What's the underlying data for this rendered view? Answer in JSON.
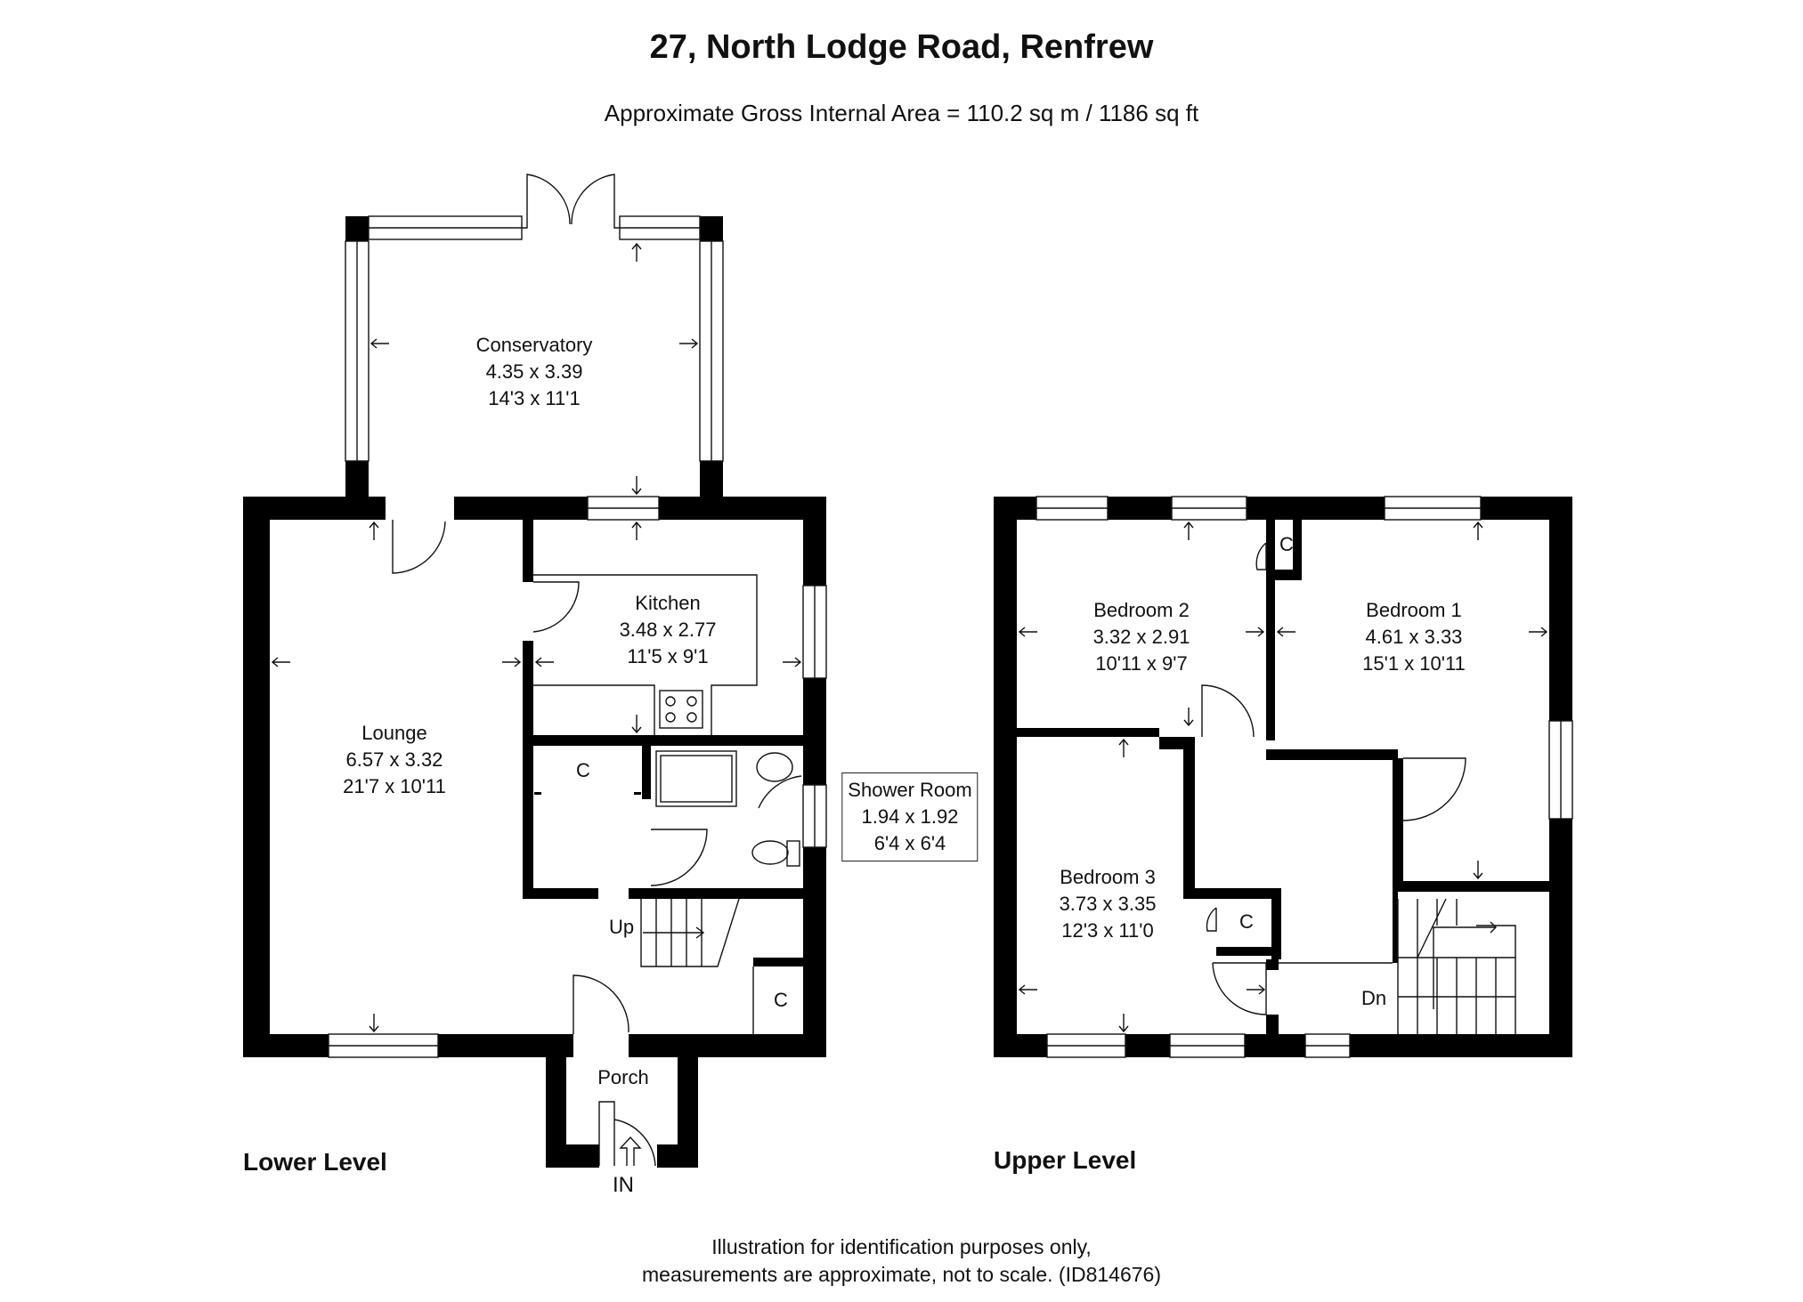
{
  "header": {
    "title": "27, North Lodge Road, Renfrew",
    "subtitle": "Approximate Gross Internal Area = 110.2 sq m / 1186 sq ft"
  },
  "levels": {
    "lower": "Lower Level",
    "upper": "Upper Level"
  },
  "rooms": {
    "conservatory": {
      "name": "Conservatory",
      "metric": "4.35 x 3.39",
      "imperial": "14'3 x 11'1"
    },
    "kitchen": {
      "name": "Kitchen",
      "metric": "3.48 x 2.77",
      "imperial": "11'5 x 9'1"
    },
    "lounge": {
      "name": "Lounge",
      "metric": "6.57 x 3.32",
      "imperial": "21'7 x 10'11"
    },
    "shower_room": {
      "name": "Shower Room",
      "metric": "1.94 x 1.92",
      "imperial": "6'4 x 6'4"
    },
    "porch": {
      "name": "Porch"
    },
    "bedroom1": {
      "name": "Bedroom 1",
      "metric": "4.61 x 3.33",
      "imperial": "15'1 x 10'11"
    },
    "bedroom2": {
      "name": "Bedroom 2",
      "metric": "3.32 x 2.91",
      "imperial": "10'11 x 9'7"
    },
    "bedroom3": {
      "name": "Bedroom 3",
      "metric": "3.73 x 3.35",
      "imperial": "12'3 x 11'0"
    }
  },
  "markers": {
    "cupboard": "C",
    "stairs_up": "Up",
    "stairs_down": "Dn",
    "entrance": "IN"
  },
  "footer": {
    "line1": "Illustration for identification purposes only,",
    "line2": "measurements are approximate, not to scale. (ID814676)"
  },
  "colors": {
    "walls": "#000000",
    "background": "#ffffff"
  }
}
